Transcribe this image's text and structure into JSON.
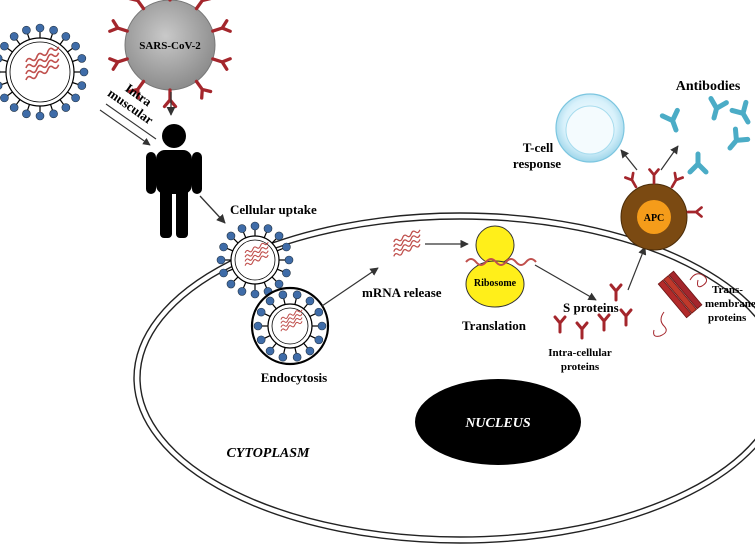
{
  "labels": {
    "sars_cov_2": "SARS-CoV-2",
    "intra_line1": "Intra",
    "intra_line2": "muscular",
    "cellular_uptake": "Cellular uptake",
    "endocytosis": "Endocytosis",
    "mrna_release": "mRNA release",
    "ribosome": "Ribosome",
    "translation": "Translation",
    "s_proteins": "S proteins",
    "intracellular_line1": "Intra-cellular",
    "intracellular_line2": "proteins",
    "trans_line1": "Trans-",
    "trans_line2": "membrane",
    "trans_line3": "proteins",
    "tcell_line1": "T-cell",
    "tcell_line2": "response",
    "antibodies": "Antibodies",
    "apc": "APC",
    "nucleus": "NUCLEUS",
    "cytoplasm": "CYTOPLASM"
  },
  "colors": {
    "lipid_head": "#3f6ca8",
    "mrna": "#c0504d",
    "spike": "#a4262c",
    "virus_body": "#a6a6a6",
    "ribosome": "#ffef1a",
    "apc_outer": "#7b4a12",
    "apc_inner": "#f59c1a",
    "antibody": "#4bacc6",
    "tcell": "#d6f0fa",
    "nucleus": "#000000"
  }
}
